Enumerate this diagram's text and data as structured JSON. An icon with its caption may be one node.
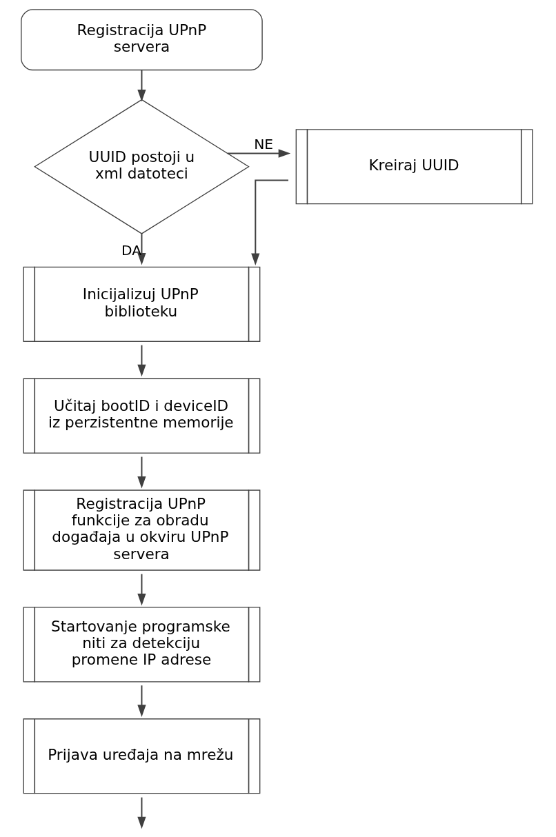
{
  "diagram": {
    "nodes": [
      {
        "text": [
          "Registracija UPnP servera"
        ]
      },
      {
        "text": [
          "UUID postoji u xml datoteci"
        ]
      },
      {
        "text": [
          "Kreiraj UUID"
        ]
      },
      {
        "text": [
          "Inicijalizuj UPnP biblioteku"
        ]
      },
      {
        "text": [
          "Učitaj bootID i deviceID iz perzistentne memorije"
        ]
      },
      {
        "text": [
          "Registracija UPnP funkcije za obradu događaja u okviru UPnP servera"
        ]
      },
      {
        "text": [
          "Startovanje programske niti za detekciju promene IP adrese"
        ]
      },
      {
        "text": [
          "Prijava uređaja na mrežu"
        ]
      }
    ],
    "edges": [
      {
        "from": 0,
        "to": 1,
        "arrow": "to"
      },
      {
        "from": 1,
        "to": 2,
        "arrow": "to",
        "label": "NE"
      },
      {
        "from": 2,
        "to": 3,
        "arrow": "to"
      },
      {
        "from": 1,
        "to": 3,
        "arrow": "to",
        "label": "DA"
      },
      {
        "from": 3,
        "to": 4,
        "arrow": "to"
      },
      {
        "from": 4,
        "to": 5,
        "arrow": "to"
      },
      {
        "from": 5,
        "to": 6,
        "arrow": "to"
      },
      {
        "from": 6,
        "to": 7,
        "arrow": "to"
      },
      {
        "from": 7,
        "to": null,
        "arrow": "to"
      }
    ]
  }
}
